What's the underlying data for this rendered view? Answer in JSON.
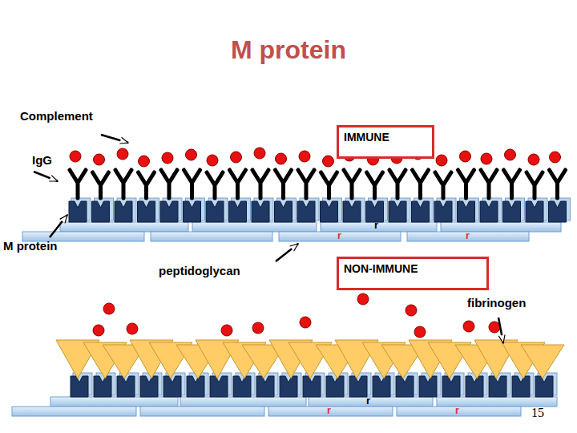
{
  "diagram": {
    "title": "M protein",
    "nodes": [
      {
        "text": [
          "IMMUNE"
        ]
      },
      {
        "text": [
          "NON-IMMUNE"
        ]
      }
    ],
    "labels": [
      "Complement",
      "IgG",
      "M protein",
      "peptidoglycan",
      "fibrinogen",
      "r",
      "r",
      "r",
      "r",
      "r",
      "r",
      "15"
    ]
  }
}
